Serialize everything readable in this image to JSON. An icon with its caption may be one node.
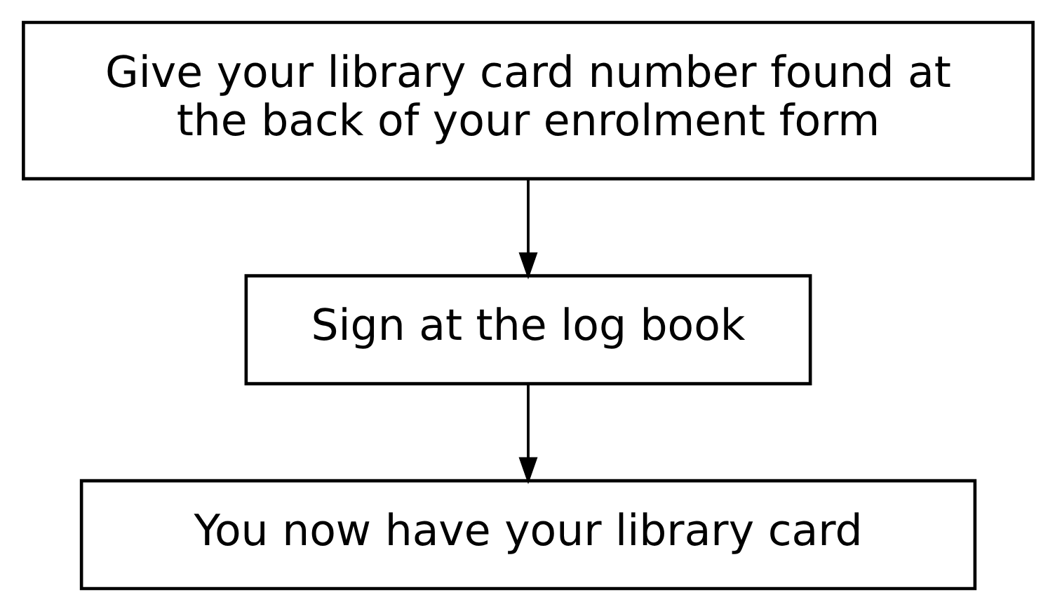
{
  "diagram": {
    "nodes": [
      {
        "text": [
          "Give your library card number found at the back of your enrolment form"
        ]
      },
      {
        "text": [
          "Sign at the log book"
        ]
      },
      {
        "text": [
          "You now have your library card"
        ]
      }
    ],
    "edges": [
      {
        "from": 0,
        "to": 1,
        "arrow": "to"
      },
      {
        "from": 1,
        "to": 2,
        "arrow": "to"
      }
    ]
  }
}
